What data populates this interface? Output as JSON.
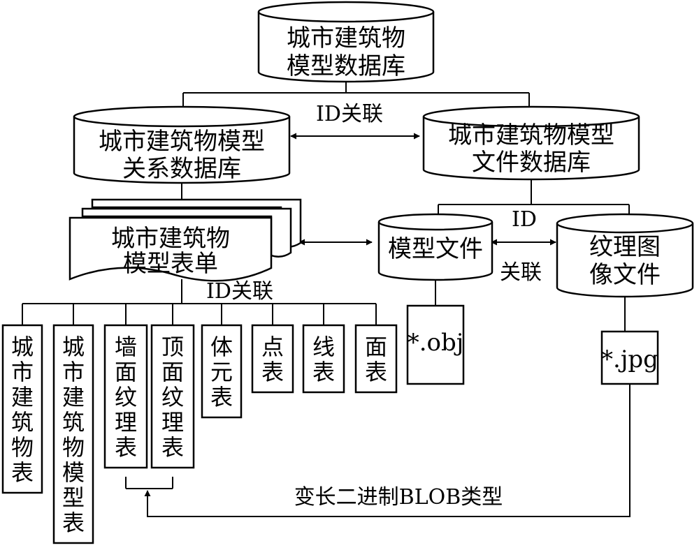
{
  "nodes": {
    "top_db": {
      "lines": [
        "城市建筑物",
        "模型数据库"
      ]
    },
    "relational_db": {
      "lines": [
        "城市建筑物模型",
        "关系数据库"
      ]
    },
    "file_db": {
      "lines": [
        "城市建筑物模型",
        "文件数据库"
      ]
    },
    "model_form": {
      "lines": [
        "城市建筑物",
        "模型表单"
      ]
    },
    "model_file": {
      "label": "模型文件"
    },
    "texture_file": {
      "lines": [
        "纹理图",
        "像文件"
      ]
    },
    "obj_file": {
      "label": "*.obj"
    },
    "jpg_file": {
      "label": "*.jpg"
    }
  },
  "tables": [
    {
      "chars": [
        "城",
        "市",
        "建",
        "筑",
        "物",
        "表"
      ]
    },
    {
      "chars": [
        "城",
        "市",
        "建",
        "筑",
        "物",
        "模",
        "型",
        "表"
      ]
    },
    {
      "chars": [
        "墙",
        "面",
        "纹",
        "理",
        "表"
      ]
    },
    {
      "chars": [
        "顶",
        "面",
        "纹",
        "理",
        "表"
      ]
    },
    {
      "chars": [
        "体",
        "元",
        "表"
      ]
    },
    {
      "chars": [
        "点",
        "表"
      ]
    },
    {
      "chars": [
        "线",
        "表"
      ]
    },
    {
      "chars": [
        "面",
        "表"
      ]
    }
  ],
  "links": {
    "top_relation": "ID关联",
    "forms_relation": "ID关联",
    "file_relation_top": "ID",
    "file_relation_bottom": "关联",
    "blob": "变长二进制BLOB类型"
  }
}
